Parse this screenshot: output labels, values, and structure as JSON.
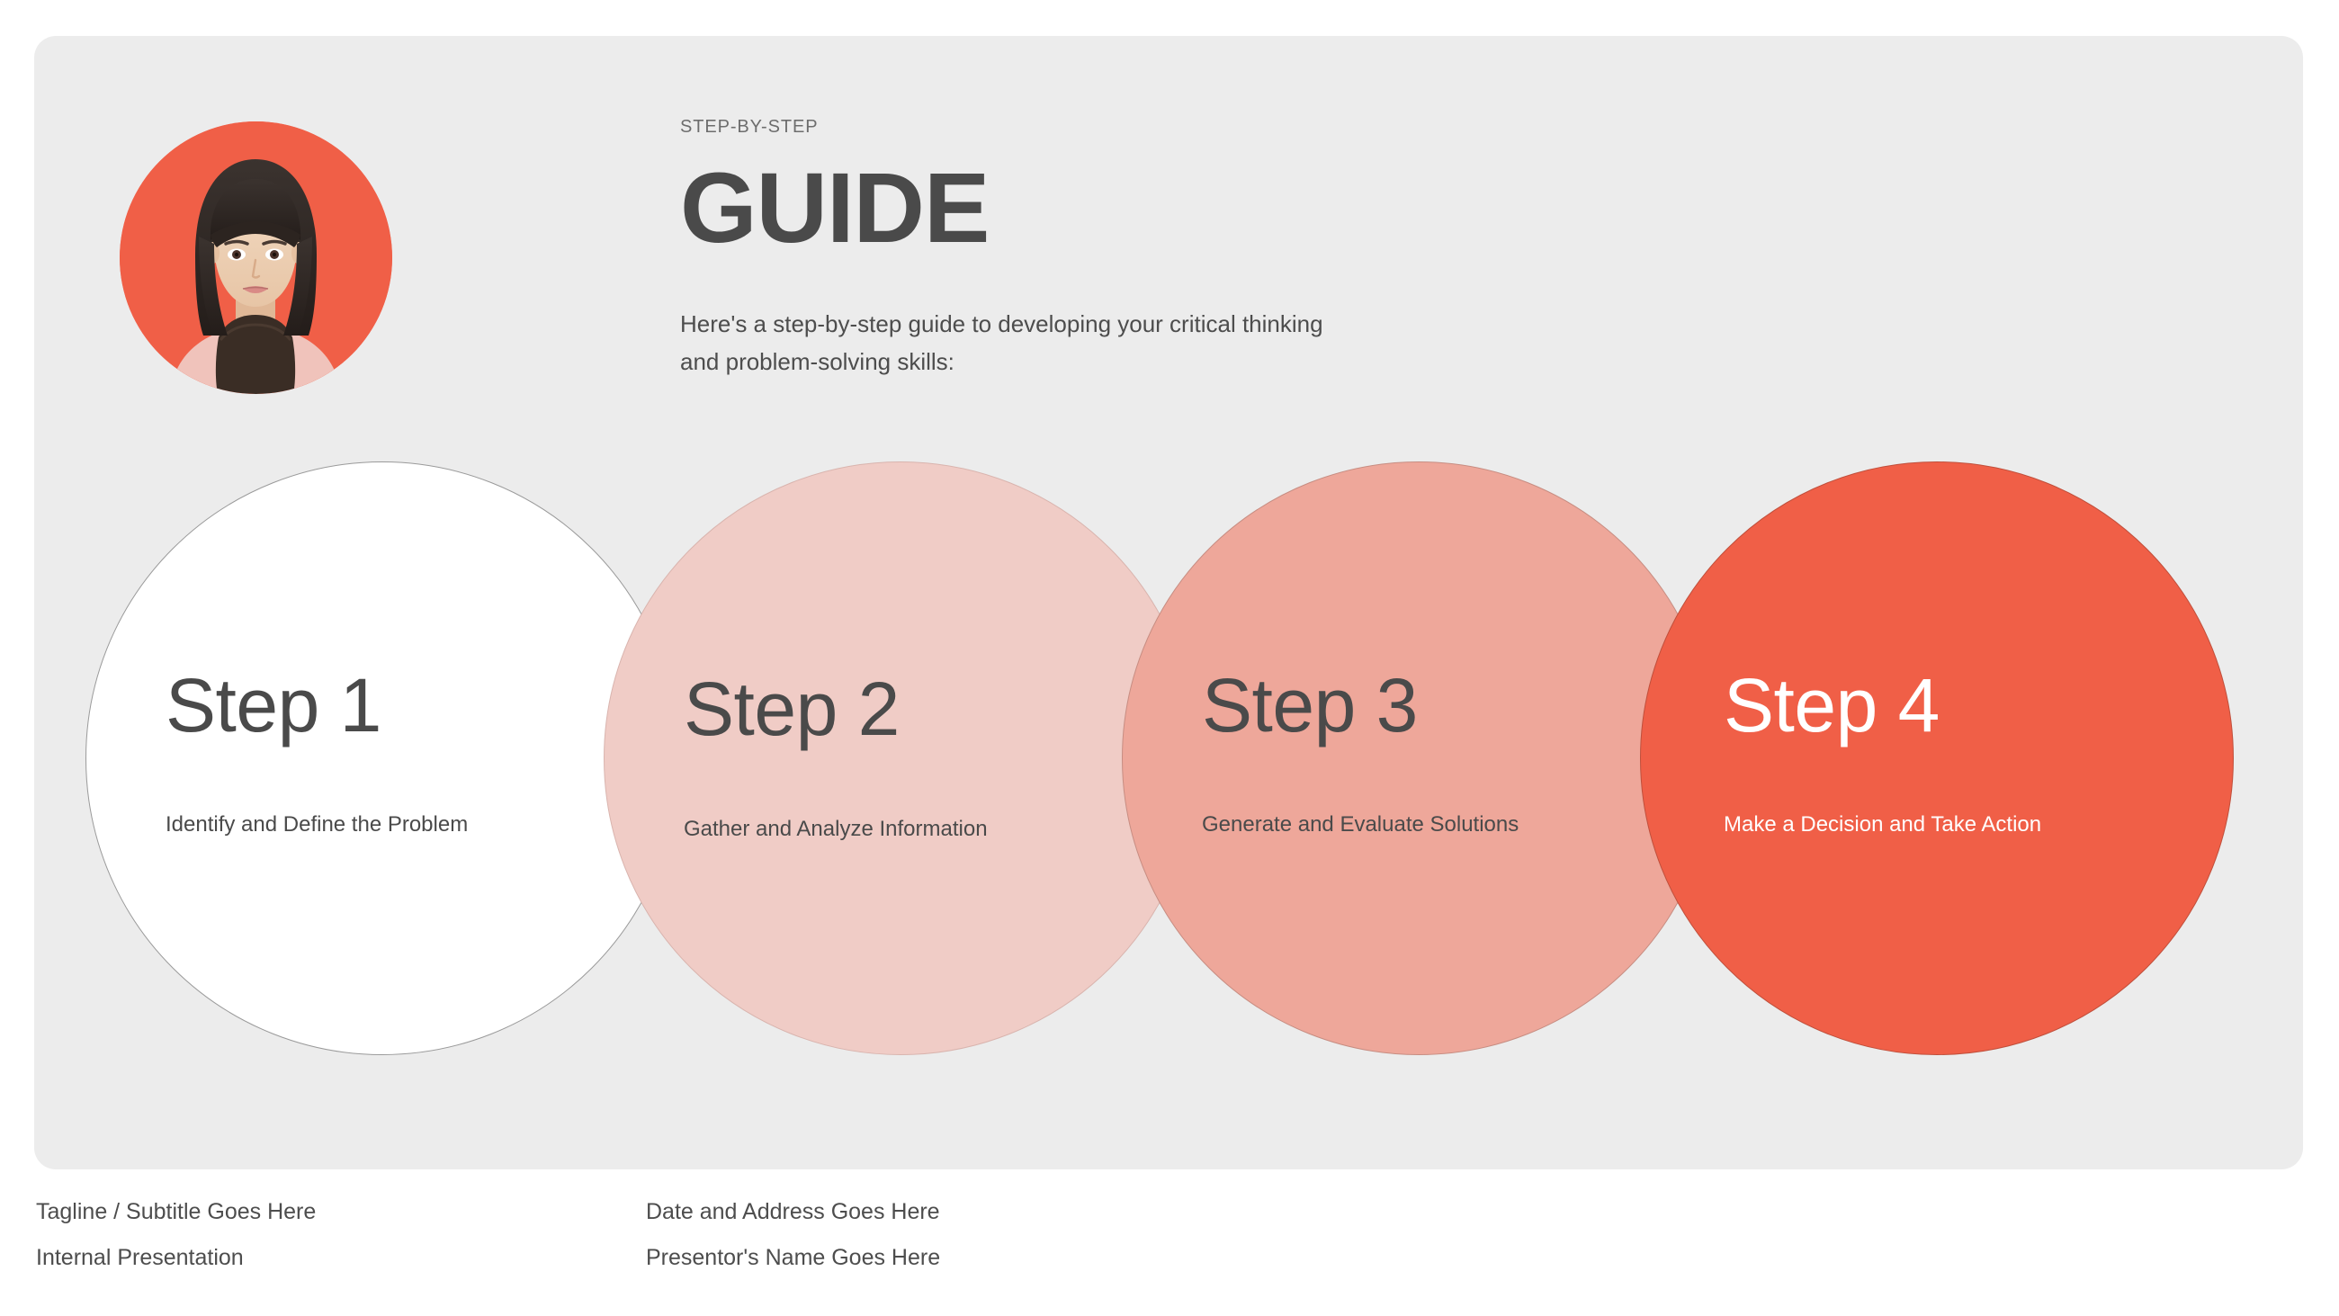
{
  "slide": {
    "background_color": "#ffffff",
    "panel_color": "#ececec"
  },
  "avatar": {
    "icon_name": "portrait-photo",
    "background_color": "#f05f47",
    "alt": "Portrait of a woman with straight black bob hair and a dark turtleneck"
  },
  "header": {
    "eyebrow": "STEP-BY-STEP",
    "title": "GUIDE",
    "description": "Here's a step-by-step guide to developing your critical thinking and problem-solving skills:"
  },
  "steps": [
    {
      "number_label": "Step 1",
      "description": "Identify and Define the Problem",
      "fill_color": "#ffffff",
      "text_color": "#4a4a4a"
    },
    {
      "number_label": "Step 2",
      "description": "Gather and Analyze Information",
      "fill_color": "#f0ccc6",
      "text_color": "#4a4a4a"
    },
    {
      "number_label": "Step 3",
      "description": "Generate and Evaluate Solutions",
      "fill_color": "#eea79a",
      "text_color": "#4a4a4a"
    },
    {
      "number_label": "Step 4",
      "description": "Make a Decision and Take Action",
      "fill_color": "#f05f47",
      "text_color": "#ffffff"
    }
  ],
  "footer": {
    "left": {
      "line1": "Tagline / Subtitle Goes Here",
      "line2": "Internal Presentation"
    },
    "right": {
      "line1": "Date and Address Goes Here",
      "line2": "Presentor's Name Goes Here"
    }
  }
}
